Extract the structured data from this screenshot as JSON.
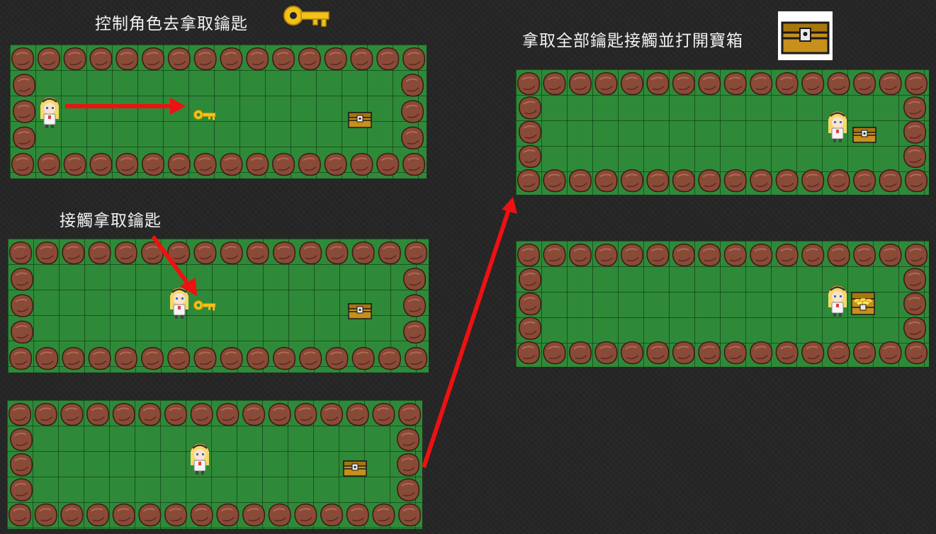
{
  "captions": {
    "step1": "控制角色去拿取鑰匙",
    "step2": "接觸拿取鑰匙",
    "step3": "拿取全部鑰匙接觸並打開寶箱"
  },
  "icons": {
    "key": "golden-key-icon",
    "chest": "treasure-chest-icon",
    "character": "blonde-girl-sprite",
    "rock": "boulder-tile"
  },
  "colors": {
    "background": "#262626",
    "grass": "#2e8a38",
    "rock": "#8a4a38",
    "key": "#f2c21a",
    "arrow": "#ee1111",
    "caption": "#f2f2f2"
  },
  "panels": [
    {
      "id": "p1",
      "has_key": true,
      "chest": "closed",
      "note": "character left, key center"
    },
    {
      "id": "p2",
      "has_key": true,
      "chest": "closed",
      "note": "character touching key"
    },
    {
      "id": "p3",
      "has_key": false,
      "chest": "closed",
      "note": "key collected"
    },
    {
      "id": "p4",
      "has_key": false,
      "chest": "closed",
      "note": "character beside chest"
    },
    {
      "id": "p5",
      "has_key": false,
      "chest": "open",
      "note": "chest opened with gold"
    }
  ]
}
